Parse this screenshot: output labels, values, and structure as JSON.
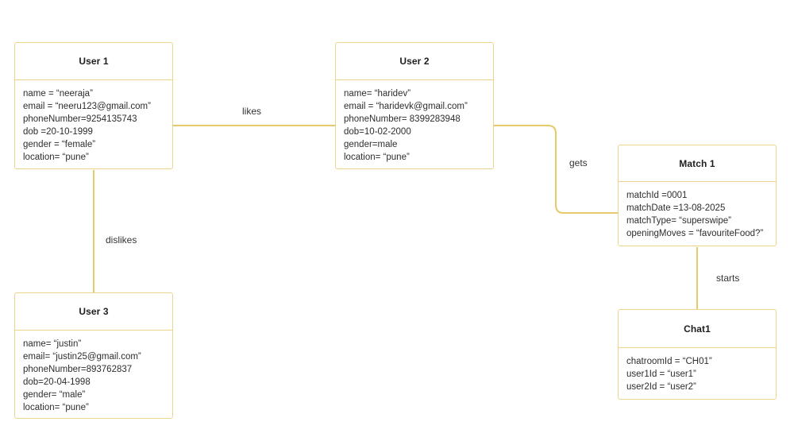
{
  "colors": {
    "node_border": "#efd48c",
    "connector": "#e6c96b",
    "title_text": "#1e1e1e",
    "attribute_text": "#2d2d2d",
    "label_text": "#333333",
    "background": "#ffffff"
  },
  "nodes": [
    {
      "id": "user1",
      "title": "User 1",
      "attributes": [
        "name = “neeraja”",
        "email = “neeru123@gmail.com”",
        "phoneNumber=9254135743",
        "dob =20-10-1999",
        "gender = “female”",
        "location= “pune”"
      ]
    },
    {
      "id": "user2",
      "title": "User 2",
      "attributes": [
        "name= “haridev”",
        "email = “haridevk@gmail.com”",
        "phoneNumber= 8399283948",
        "dob=10-02-2000",
        "gender=male",
        "location= “pune”"
      ]
    },
    {
      "id": "match1",
      "title": "Match 1",
      "attributes": [
        "matchId =0001",
        "matchDate =13-08-2025",
        "matchType= “superswipe”",
        "openingMoves = “favouriteFood?”"
      ]
    },
    {
      "id": "user3",
      "title": "User 3",
      "attributes": [
        "name= “justin”",
        "email= “justin25@gmail.com”",
        "phoneNumber=893762837",
        "dob=20-04-1998",
        "gender= “male”",
        "location= “pune”"
      ]
    },
    {
      "id": "chat1",
      "title": "Chat1",
      "attributes": [
        "chatroomId = “CH01”",
        "user1Id = “user1”",
        "user2Id = “user2”"
      ]
    }
  ],
  "edges": [
    {
      "label": "likes",
      "from": "User 1",
      "to": "User 2"
    },
    {
      "label": "dislikes",
      "from": "User 1",
      "to": "User 3"
    },
    {
      "label": "gets",
      "from": "User 2",
      "to": "Match 1"
    },
    {
      "label": "starts",
      "from": "Match 1",
      "to": "Chat1"
    }
  ]
}
